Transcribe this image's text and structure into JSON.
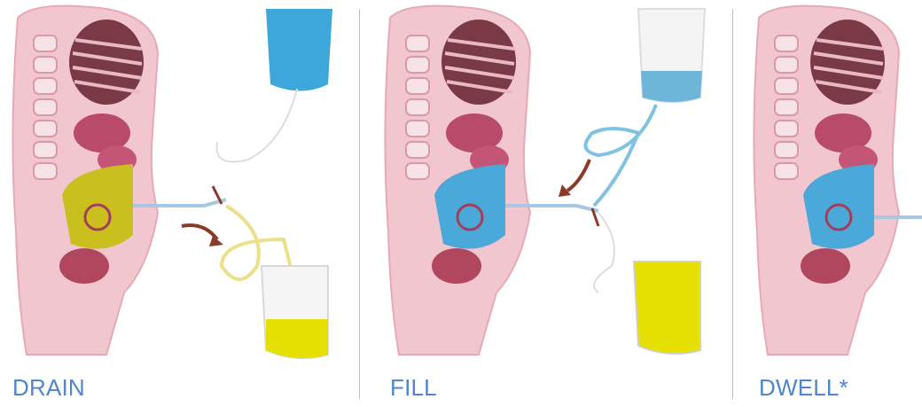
{
  "panels": [
    {
      "label": "DRAIN"
    },
    {
      "label": "FILL"
    },
    {
      "label": "DWELL*"
    }
  ],
  "colors": {
    "caption": "#4f86cc",
    "skin": "#f2c6cf",
    "dialysate": "#4aa9d8",
    "effluent": "#e6e000",
    "catheter": "#e9e07a",
    "arrow": "#8b3a2a"
  }
}
